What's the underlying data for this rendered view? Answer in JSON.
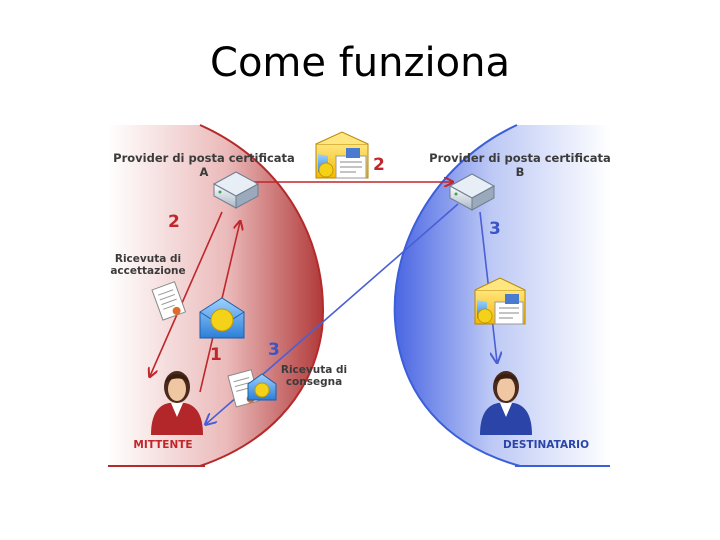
{
  "title": "Come funziona",
  "provider_a": {
    "line1": "Provider di posta certificata",
    "line2": "A"
  },
  "provider_b": {
    "line1": "Provider di posta certificata",
    "line2": "B"
  },
  "receipt_acceptance": {
    "line1": "Ricevuta di",
    "line2": "accettazione"
  },
  "receipt_delivery": {
    "line1": "Ricevuta di",
    "line2": "consegna"
  },
  "sender_label": "MITTENTE",
  "recipient_label": "DESTINATARIO",
  "step_numbers": {
    "send": "1",
    "transfer": "2",
    "acceptance": "2",
    "delivery_to_recipient": "3",
    "delivery_receipt": "3"
  },
  "colors": {
    "sender_side": "#b52a2a",
    "recipient_side": "#3a5fd8",
    "red_arrow": "#c0262a",
    "blue_arrow": "#4a5fd6",
    "number_red": "#c0262a",
    "number_blue": "#3b55c8"
  },
  "icons": [
    "server-icon",
    "envelope-icon",
    "receipt-icon",
    "person-icon"
  ]
}
